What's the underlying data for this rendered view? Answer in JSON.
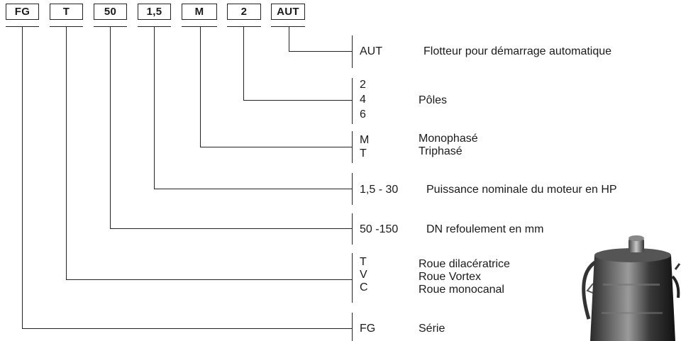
{
  "code_boxes": [
    {
      "label": "FG"
    },
    {
      "label": "T"
    },
    {
      "label": "50"
    },
    {
      "label": "1,5"
    },
    {
      "label": "M"
    },
    {
      "label": "2"
    },
    {
      "label": "AUT"
    }
  ],
  "entries": [
    {
      "codes": [
        "AUT"
      ],
      "descriptions": [
        "Flotteur pour démarrage automatique"
      ]
    },
    {
      "codes": [
        "2",
        "4",
        "6"
      ],
      "descriptions": [
        "Pôles"
      ]
    },
    {
      "codes": [
        "M",
        "T"
      ],
      "descriptions": [
        "Monophasé",
        "Triphasé"
      ]
    },
    {
      "codes": [
        "1,5 - 30"
      ],
      "descriptions": [
        "Puissance nominale du moteur en HP"
      ]
    },
    {
      "codes": [
        "50 -150"
      ],
      "descriptions": [
        "DN refoulement en mm"
      ]
    },
    {
      "codes": [
        "T",
        "V",
        "C"
      ],
      "descriptions": [
        "Roue dilacératrice",
        "Roue Vortex",
        "Roue monocanal"
      ]
    },
    {
      "codes": [
        "FG"
      ],
      "descriptions": [
        "Série"
      ]
    }
  ],
  "pump_image": {
    "icon": "pump-photo"
  }
}
